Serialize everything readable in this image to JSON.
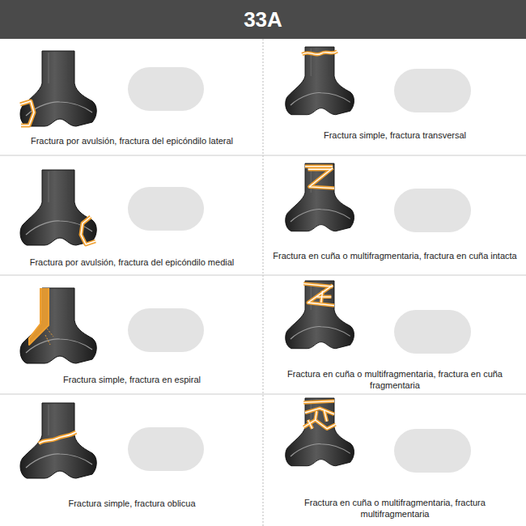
{
  "diagram": {
    "title": "33A",
    "labels": [
      "Fractura por avulsión, fractura del epicóndilo lateral",
      "Fractura simple, fractura transversal",
      "Fractura por avulsión, fractura del epicóndilo medial",
      "Fractura en cuña o multifragmentaria, fractura en cuña intacta",
      "Fractura simple, fractura en espiral",
      "Fractura en cuña o multifragmentaria, fractura en cuña fragmentaria",
      "Fractura simple, fractura oblicua",
      "Fractura en cuña o multifragmentaria, fractura multifragmentaria"
    ]
  }
}
